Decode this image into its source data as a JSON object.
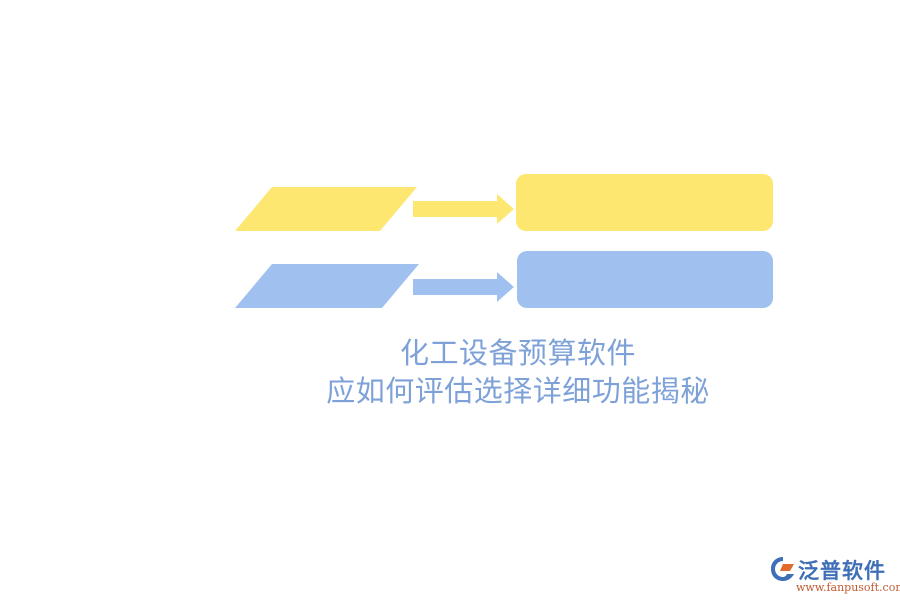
{
  "title": {
    "line1": "化工设备预算软件",
    "line2": "应如何评估选择详细功能揭秘"
  },
  "colors": {
    "yellow": "#fde771",
    "blue": "#a0c1ef",
    "title_text": "#7ea2d8",
    "logo_blue": "#3f6fb7",
    "logo_orange": "#e26b2c"
  },
  "logo": {
    "icon": "fanpu-logo-icon",
    "name": "泛普软件",
    "url": "www.fanpusoft.com"
  }
}
